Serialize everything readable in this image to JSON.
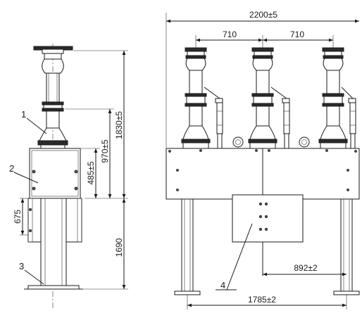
{
  "dimensions": {
    "height_total": "1830±5",
    "height_mid": "970±5",
    "height_upper_box": "485±5",
    "height_lower_box": "675",
    "height_support": "1690",
    "width_total": "2200±5",
    "phase_spacing_left": "710",
    "phase_spacing_right": "710",
    "leg_offset": "892±2",
    "leg_spacing": "1785±2"
  },
  "callouts": [
    "1",
    "2",
    "3",
    "4"
  ]
}
